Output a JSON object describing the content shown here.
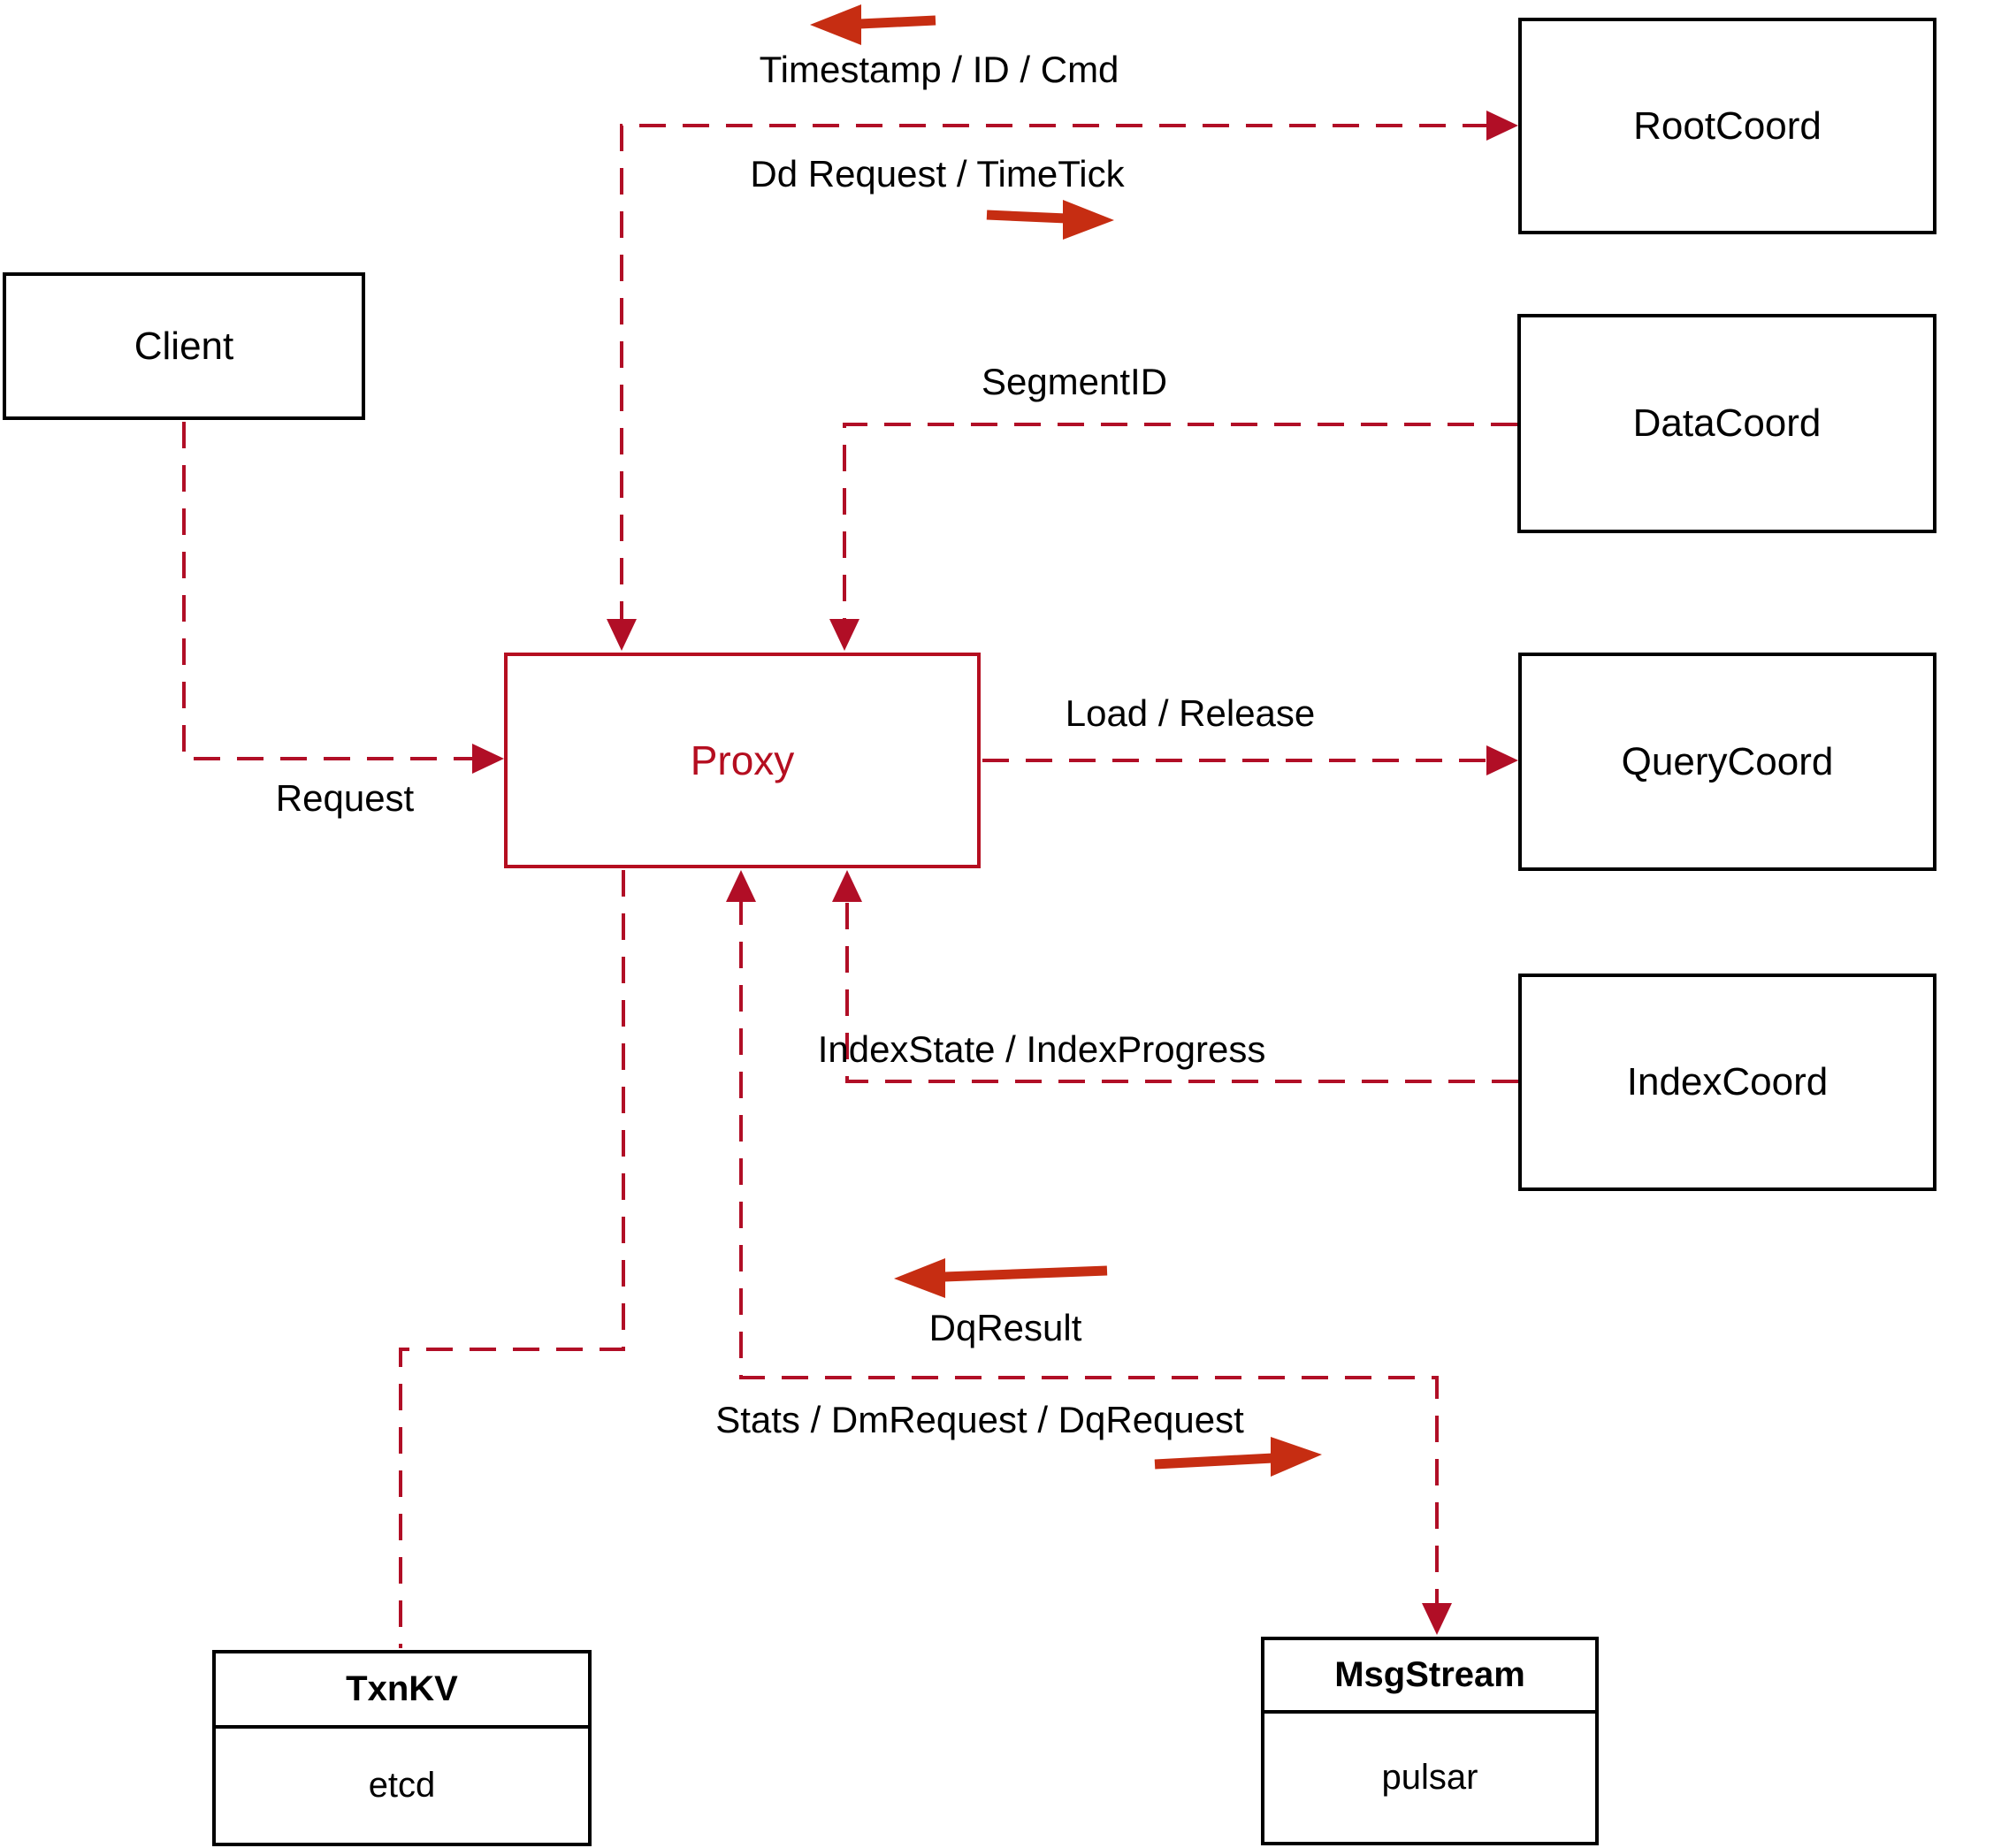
{
  "colors": {
    "dashed_line": "#b10e26",
    "solid_arrow": "#c62d12",
    "proxy_red": "#b50e20",
    "box_border": "#000000"
  },
  "nodes": {
    "client": {
      "label": "Client"
    },
    "root_coord": {
      "label": "RootCoord"
    },
    "data_coord": {
      "label": "DataCoord"
    },
    "query_coord": {
      "label": "QueryCoord"
    },
    "index_coord": {
      "label": "IndexCoord"
    },
    "proxy": {
      "label": "Proxy"
    },
    "txn_kv": {
      "title": "TxnKV",
      "sub": "etcd"
    },
    "msg_stream": {
      "title": "MsgStream",
      "sub": "pulsar"
    }
  },
  "edge_labels": {
    "timestamp_id_cmd": "Timestamp / ID / Cmd",
    "dd_request_timetick": "Dd Request / TimeTick",
    "segment_id": "SegmentID",
    "request": "Request",
    "load_release": "Load / Release",
    "index_state_progress": "IndexState / IndexProgress",
    "dq_result": "DqResult",
    "stats_dm_dq": "Stats / DmRequest / DqRequest"
  }
}
